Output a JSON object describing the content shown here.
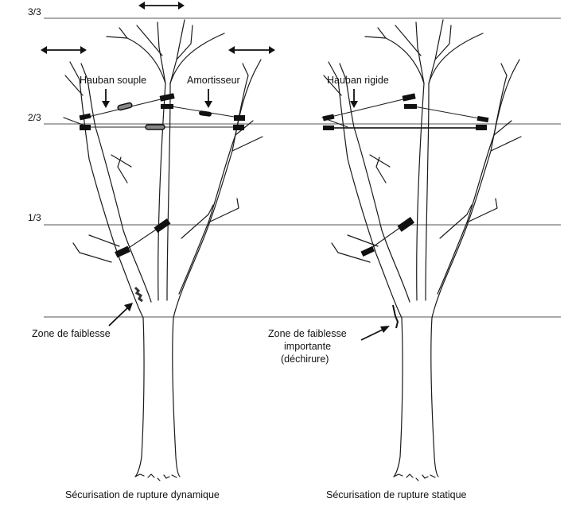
{
  "levels": {
    "top": "3/3",
    "two_thirds": "2/3",
    "one_third": "1/3"
  },
  "left_diagram": {
    "caption": "Sécurisation de rupture dynamique",
    "callouts": {
      "flexible_cable": "Hauban souple",
      "damper": "Amortisseur",
      "weak_zone": "Zone de faiblesse"
    },
    "icons": [
      "double-arrow-icon",
      "double-arrow-icon",
      "double-arrow-icon"
    ]
  },
  "right_diagram": {
    "caption": "Sécurisation de rupture statique",
    "callouts": {
      "rigid_cable": "Hauban rigide",
      "weak_zone_line1": "Zone de faiblesse",
      "weak_zone_line2": "importante",
      "weak_zone_line3": "(déchirure)"
    }
  }
}
